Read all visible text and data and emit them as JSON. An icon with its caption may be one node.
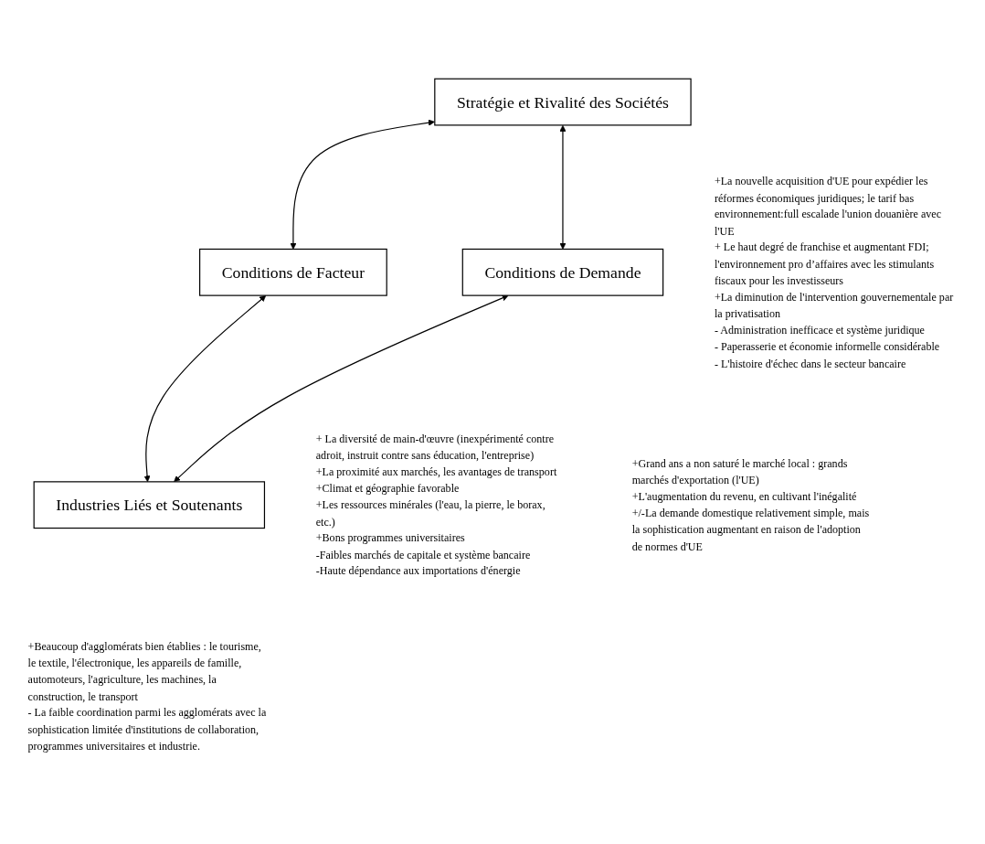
{
  "diagram": {
    "nodes": [
      {
        "text": [
          "Stratégie et Rivalité des Sociétés"
        ],
        "beside": [
          "+La nouvelle acquisition d'UE pour expédier les réformes économiques juridiques; le tarif bas environnement:full escalade l'union douanière avec l'UE",
          "+ Le haut degré de franchise et augmentant FDI; l'environnement pro d’affaires avec les stimulants fiscaux pour les investisseurs",
          "+La diminution de l'intervention gouvernementale par la privatisation",
          "- Administration inefficace et système juridique",
          "- Paperasserie et économie informelle considérable",
          "- L'histoire d'échec dans le secteur bancaire"
        ]
      },
      {
        "text": [
          "Conditions de Facteur"
        ],
        "beside": [
          "+ La diversité de main-d'œuvre (inexpérimenté contre adroit, instruit contre sans éducation, l'entreprise)",
          "+La proximité aux marchés, les avantages de transport",
          "+Climat et géographie favorable",
          "+Les ressources minérales (l'eau, la pierre, le borax, etc.)",
          "+Bons programmes universitaires",
          "-Faibles marchés de capitale et système bancaire",
          "-Haute dépendance aux importations d'énergie"
        ]
      },
      {
        "text": [
          "Conditions de Demande"
        ],
        "beside": [
          "+Grand ans a non saturé le marché local : grands marchés d'exportation (l'UE)",
          "+L'augmentation du revenu, en cultivant l'inégalité",
          "+/-La demande domestique relativement simple, mais la sophistication augmentant en raison de l'adoption de normes d'UE"
        ]
      },
      {
        "text": [
          "Industries Liés et Soutenants"
        ],
        "beside": [
          "+Beaucoup d'agglomérats bien établies : le tourisme, le textile, l'électronique, les appareils de famille, automoteurs, l'agriculture, les machines, la construction, le transport",
          "- La faible coordination parmi les agglomérats avec la sophistication limitée d'institutions de collaboration, programmes universitaires et industrie."
        ]
      }
    ],
    "edges": [
      {
        "from": 0,
        "to": 1,
        "arrow": "both"
      },
      {
        "from": 0,
        "to": 2,
        "arrow": "both"
      },
      {
        "from": 1,
        "to": 3,
        "arrow": "both"
      },
      {
        "from": 2,
        "to": 3,
        "arrow": "both"
      }
    ]
  }
}
